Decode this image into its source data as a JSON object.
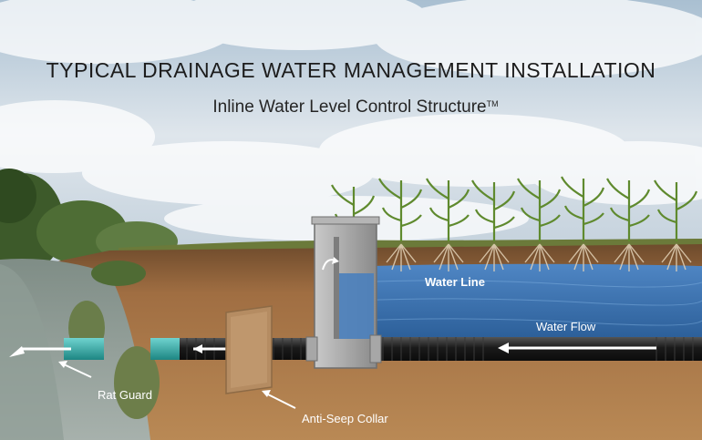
{
  "title": "TYPICAL DRAINAGE WATER MANAGEMENT INSTALLATION",
  "subtitle": {
    "text": "Inline Water Level Control Structure",
    "mark": "TM"
  },
  "labels": {
    "water_line": "Water Line",
    "water_flow": "Water Flow",
    "rat_guard": "Rat Guard",
    "anti_seep_collar": "Anti-Seep Collar"
  },
  "colors": {
    "sky": "#c9d6e0",
    "soil": "#9a6a3e",
    "water": "#3f77b7",
    "pipe": "#1e1e1e",
    "rat_guard": "#2aa9a6",
    "structure": "#9b9b9b",
    "collar": "#b58c62"
  }
}
